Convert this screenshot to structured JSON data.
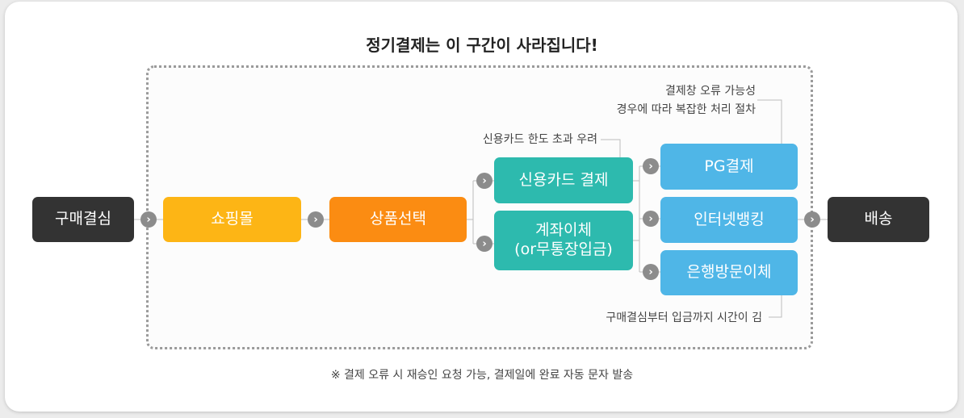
{
  "title": "정기결제는 이 구간이 사라집니다!",
  "nodes": {
    "purchase": "구매결심",
    "mall": "쇼핑몰",
    "product": "상품선택",
    "card": "신용카드 결제",
    "transfer_line1": "계좌이체",
    "transfer_line2": "(or무통장입금)",
    "pg": "PG결제",
    "internet": "인터넷뱅킹",
    "bank_visit": "은행방문이체",
    "delivery": "배송"
  },
  "notes": {
    "pg_line1": "결제창 오류 가능성",
    "pg_line2": "경우에 따라 복잡한 처리 절차",
    "card": "신용카드 한도 초과 우려",
    "bank": "구매결심부터 입금까지 시간이 김"
  },
  "footnote": "※ 결제 오류 시 재승인 요청 가능, 결제일에 완료 자동 문자 발송",
  "arrow_glyph": "›",
  "colors": {
    "dark": "#333333",
    "yellow": "#fdb515",
    "orange": "#fb8c12",
    "teal": "#2dbaae",
    "blue": "#4fb6e7",
    "arrow": "#8c8c8c"
  }
}
